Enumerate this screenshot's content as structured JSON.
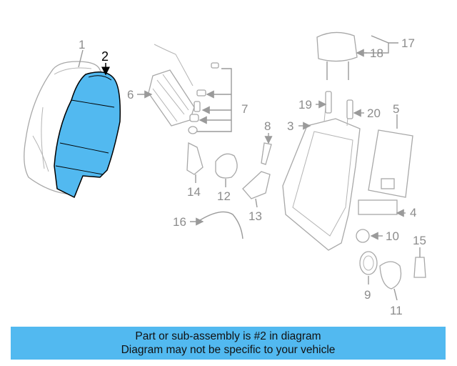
{
  "diagram": {
    "highlight_color": "#52b9f0",
    "highlighted_part": "2",
    "callouts": [
      "1",
      "2",
      "3",
      "4",
      "5",
      "6",
      "7",
      "8",
      "9",
      "10",
      "11",
      "12",
      "13",
      "14",
      "15",
      "16",
      "17",
      "18",
      "19",
      "20"
    ]
  },
  "banner": {
    "line1": "Part or sub-assembly is #2 in diagram",
    "line2": "Diagram may not be specific to your vehicle",
    "background": "#52b9f0"
  }
}
